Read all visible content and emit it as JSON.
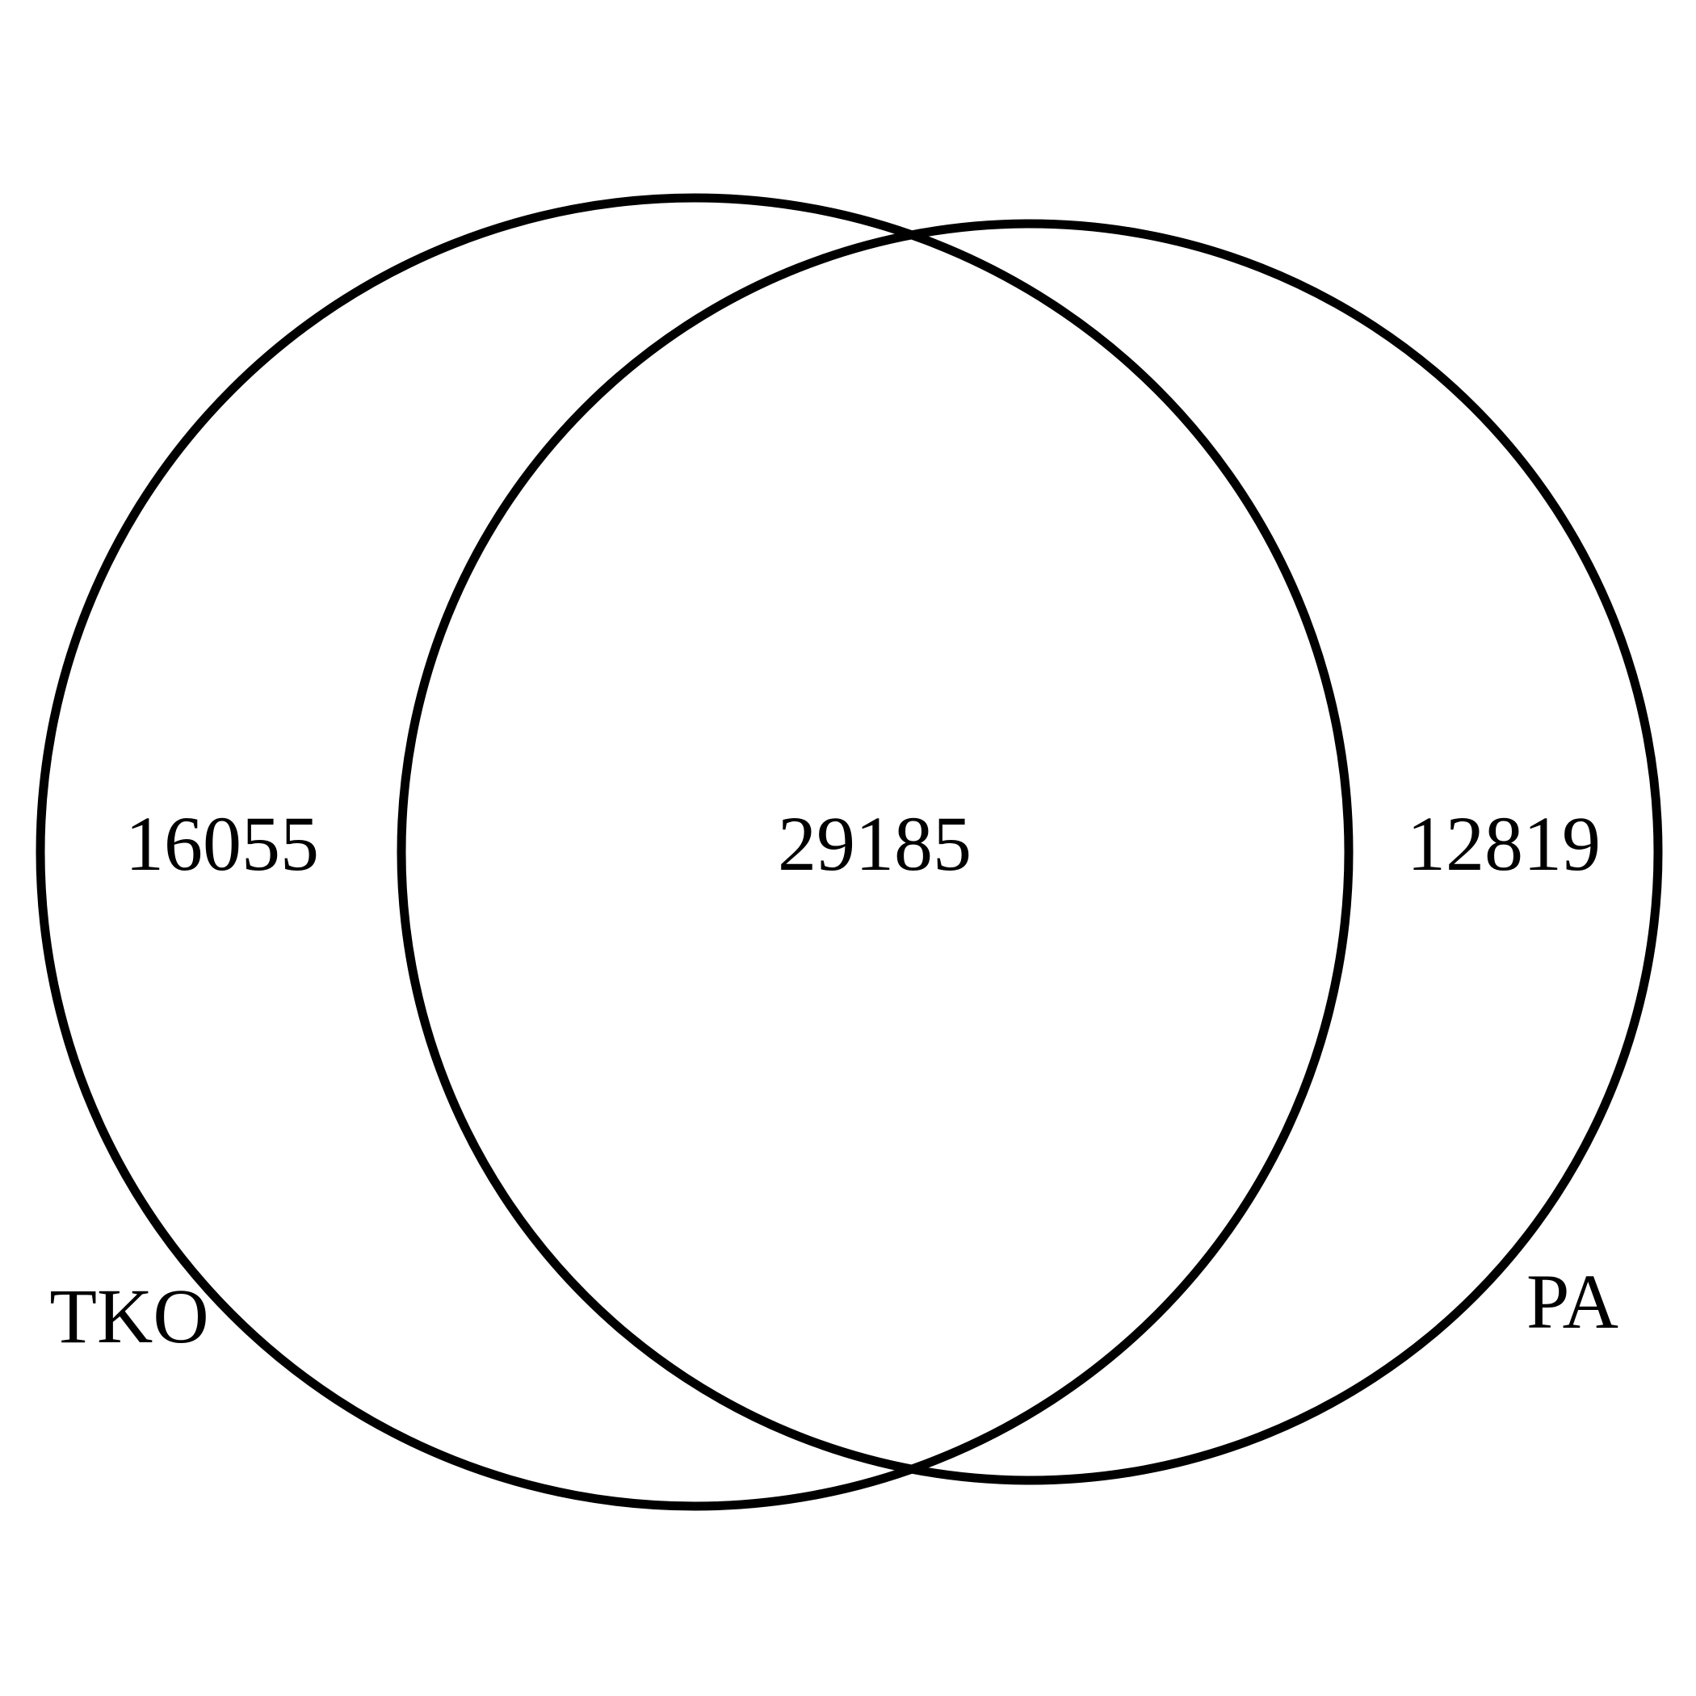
{
  "diagram": {
    "type": "venn",
    "sets": [
      {
        "label": "TKO"
      },
      {
        "label": "PA"
      }
    ],
    "regions": {
      "left_only": "16055",
      "intersection": "29185",
      "right_only": "12819"
    }
  }
}
